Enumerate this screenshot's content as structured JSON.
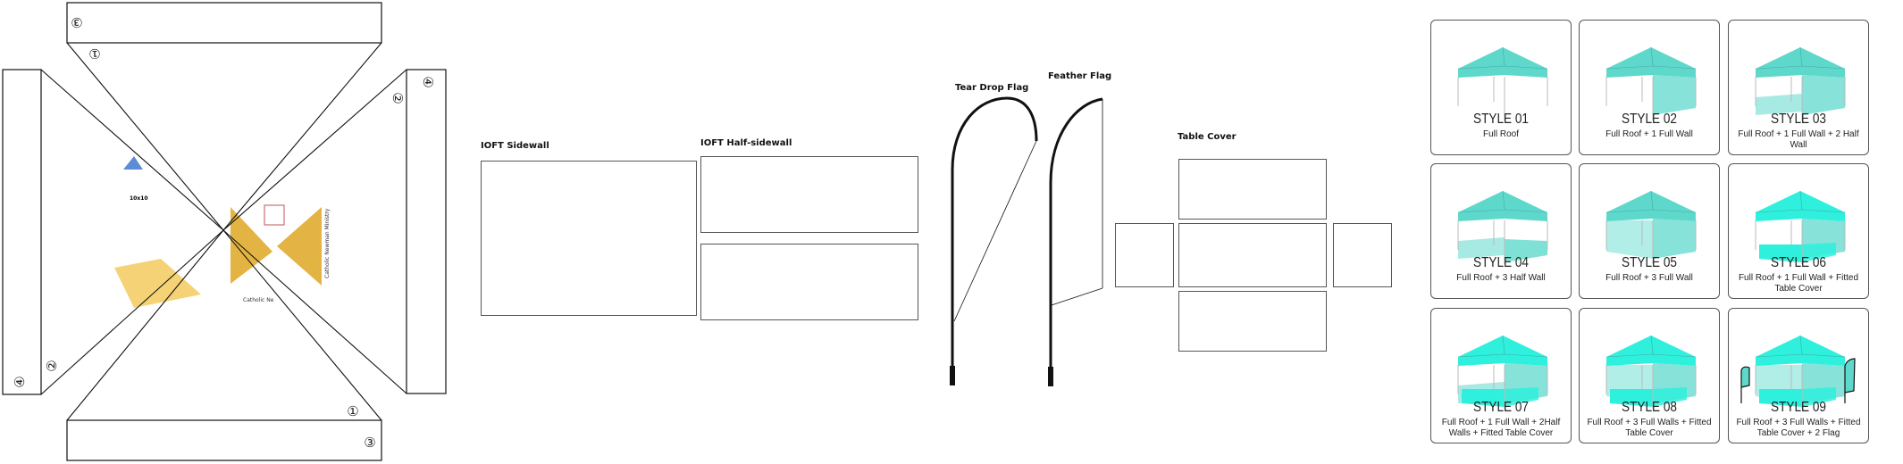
{
  "template": {
    "panel_numbers": [
      "①",
      "②",
      "③",
      "④"
    ],
    "art_size": "10x10",
    "art_brand": "Catholic Newman Ministry",
    "art_brand_short": "Catholic Ne",
    "accent_gold": "#e0ac2f"
  },
  "sidewall": {
    "label": "IOFT Sidewall"
  },
  "half_sidewall": {
    "label": "IOFT Half-sidewall"
  },
  "flags": {
    "teardrop_label": "Tear Drop Flag",
    "feather_label": "Feather Flag"
  },
  "table_cover": {
    "label": "Table Cover"
  },
  "styles": [
    {
      "title": "STYLE 01",
      "desc": "Full Roof",
      "walls": "none"
    },
    {
      "title": "STYLE 02",
      "desc": "Full Roof + 1 Full Wall",
      "walls": "1full"
    },
    {
      "title": "STYLE 03",
      "desc": "Full Roof + 1 Full Wall + 2 Half  Wall",
      "walls": "1full2half"
    },
    {
      "title": "STYLE 04",
      "desc": "Full Roof + 3 Half Wall",
      "walls": "3half"
    },
    {
      "title": "STYLE 05",
      "desc": "Full Roof + 3 Full Wall",
      "walls": "3full"
    },
    {
      "title": "STYLE 06",
      "desc": "Full Roof + 1 Full Wall + Fitted Table Cover",
      "walls": "1full-table"
    },
    {
      "title": "STYLE 07",
      "desc": "Full Roof + 1 Full Wall + 2Half  Walls + Fitted Table Cover",
      "walls": "1full2half-table"
    },
    {
      "title": "STYLE 08",
      "desc": "Full Roof + 3 Full Walls + Fitted Table Cover",
      "walls": "3full-table"
    },
    {
      "title": "STYLE 09",
      "desc": "Full Roof + 3 Full Walls + Fitted Table Cover + 2 Flag",
      "walls": "3full-table-flags"
    }
  ],
  "colors": {
    "teal": "#5fd8cc",
    "teal_light": "#a8ece4",
    "teal_bright": "#2ef0dc"
  }
}
